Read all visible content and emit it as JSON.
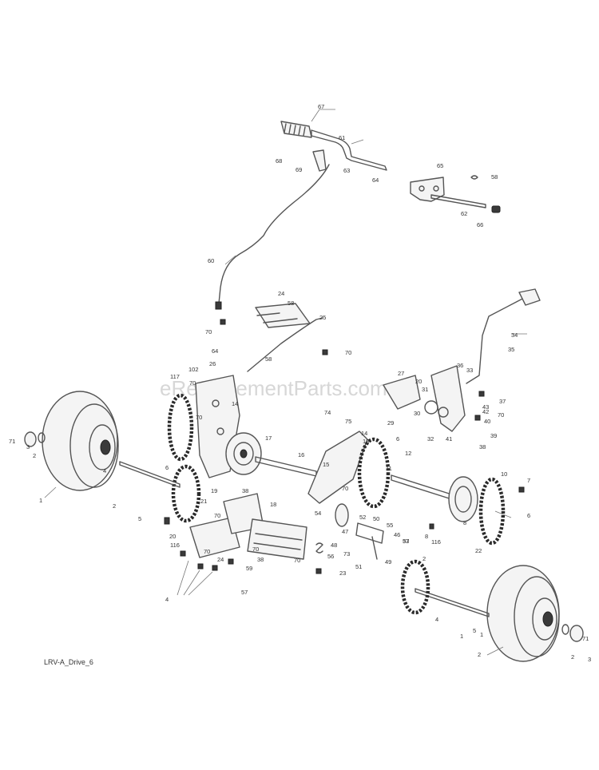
{
  "caption": "LRV-A_Drive_6",
  "watermark": "eReplacementParts.com",
  "callouts": [
    "67",
    "61",
    "68",
    "69",
    "63",
    "64",
    "65",
    "58",
    "62",
    "66",
    "60",
    "24",
    "58",
    "70",
    "25",
    "70",
    "64",
    "26",
    "102",
    "117",
    "70",
    "14",
    "58",
    "70",
    "17",
    "74",
    "75",
    "14",
    "13",
    "16",
    "12",
    "11",
    "15",
    "70",
    "27",
    "36",
    "33",
    "34",
    "35",
    "20",
    "37",
    "43",
    "42",
    "70",
    "40",
    "31",
    "30",
    "29",
    "32",
    "41",
    "39",
    "38",
    "71",
    "3",
    "2",
    "4",
    "1",
    "2",
    "5",
    "6",
    "6",
    "10",
    "7",
    "8",
    "18",
    "19",
    "21",
    "38",
    "116",
    "20",
    "70",
    "70",
    "57",
    "56",
    "54",
    "52",
    "50",
    "55",
    "47",
    "46",
    "37",
    "53",
    "48",
    "49",
    "51",
    "73",
    "8",
    "116",
    "6",
    "22",
    "70",
    "23",
    "70",
    "24",
    "38",
    "59",
    "4",
    "2",
    "1",
    "5",
    "2",
    "4",
    "1",
    "2",
    "3",
    "71"
  ]
}
